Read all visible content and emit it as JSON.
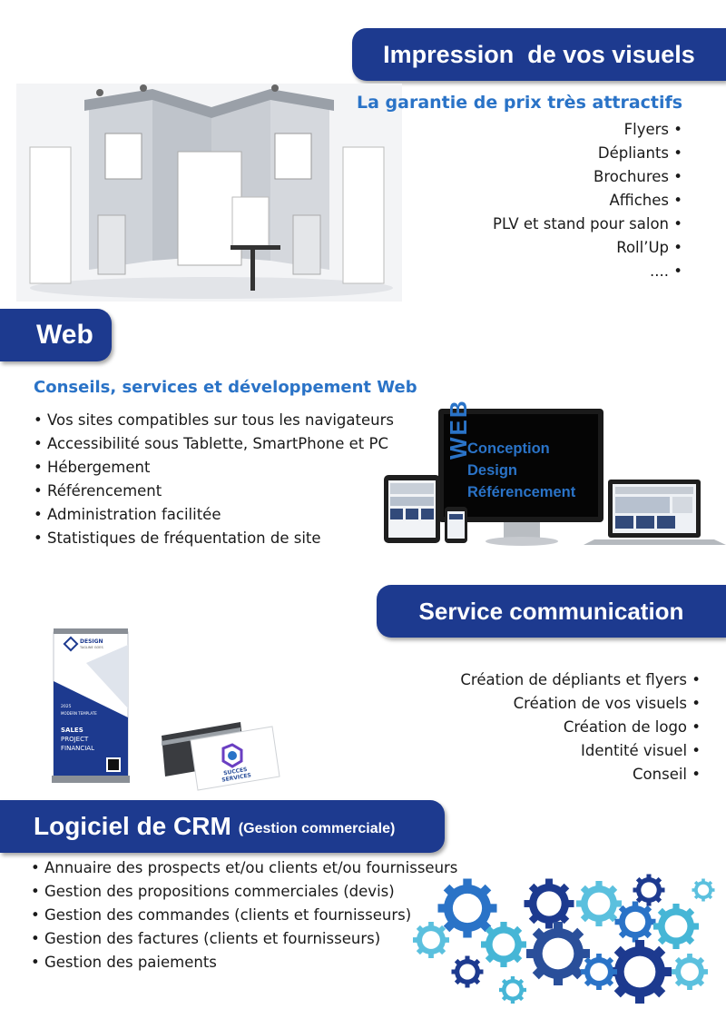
{
  "impression": {
    "title": "Impression  de vos visuels",
    "subtitle": "La garantie de prix très attractifs",
    "items": [
      "Flyers •",
      "Dépliants •",
      "Brochures •",
      "Affiches •",
      "PLV et stand pour salon •",
      "Roll’Up •",
      ".... •"
    ]
  },
  "web": {
    "title": "Web",
    "subtitle": "Conseils, services et développement Web",
    "items": [
      "• Vos sites compatibles sur tous les navigateurs",
      "• Accessibilité sous Tablette, SmartPhone et PC",
      "• Hébergement",
      "• Référencement",
      "• Administration facilitée",
      "• Statistiques de fréquentation de site"
    ],
    "monitor": {
      "vertical": "WEB",
      "lines": [
        "Conception",
        "Design",
        "Référencement"
      ]
    }
  },
  "communication": {
    "title": "Service communication",
    "items": [
      "Création de dépliants et flyers •",
      "Création de vos visuels •",
      "Création de logo •",
      "Identité visuel •",
      "Conseil •"
    ],
    "rollup": {
      "brand": "DESIGN",
      "tagline": "TAGLINE GOES",
      "year": "2025",
      "modern": "MODERN TEMPLATE",
      "sales": "SALES",
      "project": "PROJECT",
      "financial": "FINANCIAL"
    },
    "card": {
      "brand": "SUCCES SERVICES"
    }
  },
  "crm": {
    "title": "Logiciel de CRM",
    "title_small": "(Gestion commerciale)",
    "items": [
      "• Annuaire des prospects et/ou clients et/ou fournisseurs",
      "• Gestion des propositions commerciales (devis)",
      "• Gestion des commandes (clients et fournisseurs)",
      "• Gestion des factures (clients et fournisseurs)",
      "• Gestion des paiements"
    ]
  },
  "colors": {
    "banner": "#1d3a8f",
    "subtitle": "#2a73c7"
  }
}
